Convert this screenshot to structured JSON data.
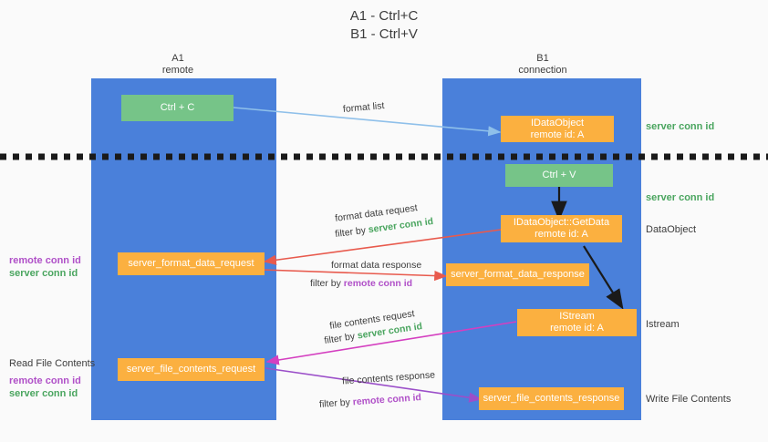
{
  "title": "A1 - Ctrl+C\nB1 - Ctrl+V",
  "columns": [
    {
      "id": "a1",
      "head": "A1\nremote"
    },
    {
      "id": "b1",
      "head": "B1\nconnection"
    }
  ],
  "nodes": {
    "ctrl_c": "Ctrl + C",
    "ctrl_v": "Ctrl + V",
    "idataobject": "IDataObject\nremote id: A",
    "getdata": "IDataObject::GetData\nremote id: A",
    "istream": "IStream\nremote id: A",
    "server_format_data_request": "server_format_data_request",
    "server_format_data_response": "server_format_data_response",
    "server_file_contents_request": "server_file_contents_request",
    "server_file_contents_response": "server_file_contents_response"
  },
  "edges": {
    "format_list": "format list",
    "format_data_request": "format data request",
    "format_data_request_filter_pre": "filter by ",
    "format_data_request_filter_key": "server conn id",
    "format_data_response": "format data response",
    "format_data_response_filter_pre": "filter by ",
    "format_data_response_filter_key": "remote conn id",
    "file_contents_request": "file contents request",
    "file_contents_request_filter_pre": "filter by ",
    "file_contents_request_filter_key": "server conn id",
    "file_contents_response": "file contents response",
    "file_contents_response_filter_pre": "filter by ",
    "file_contents_response_filter_key": "remote conn id"
  },
  "right_labels": {
    "server_conn_id_top": "server conn id",
    "server_conn_id_mid": "server conn id",
    "dataobject": "DataObject",
    "istream": "Istream",
    "write_file_contents": "Write File Contents"
  },
  "left_labels": {
    "remote_conn_id_1": "remote conn id",
    "server_conn_id_1": "server conn id",
    "read_file_contents": "Read File Contents",
    "remote_conn_id_2": "remote conn id",
    "server_conn_id_2": "server conn id"
  },
  "colors": {
    "background": "#fafafa",
    "column_blue": "#4a80da",
    "node_green": "#76c488",
    "node_orange": "#fbb040",
    "accent_green_text": "#4aa55f",
    "accent_purple_text": "#b050c8",
    "arrow_lightblue": "#8fc0ea",
    "arrow_red": "#e85a4d",
    "arrow_magenta": "#d43fc0",
    "arrow_purple": "#9b4fc9",
    "arrow_black": "#1a1a1a",
    "divider_dashed": "#1a1a1a"
  }
}
